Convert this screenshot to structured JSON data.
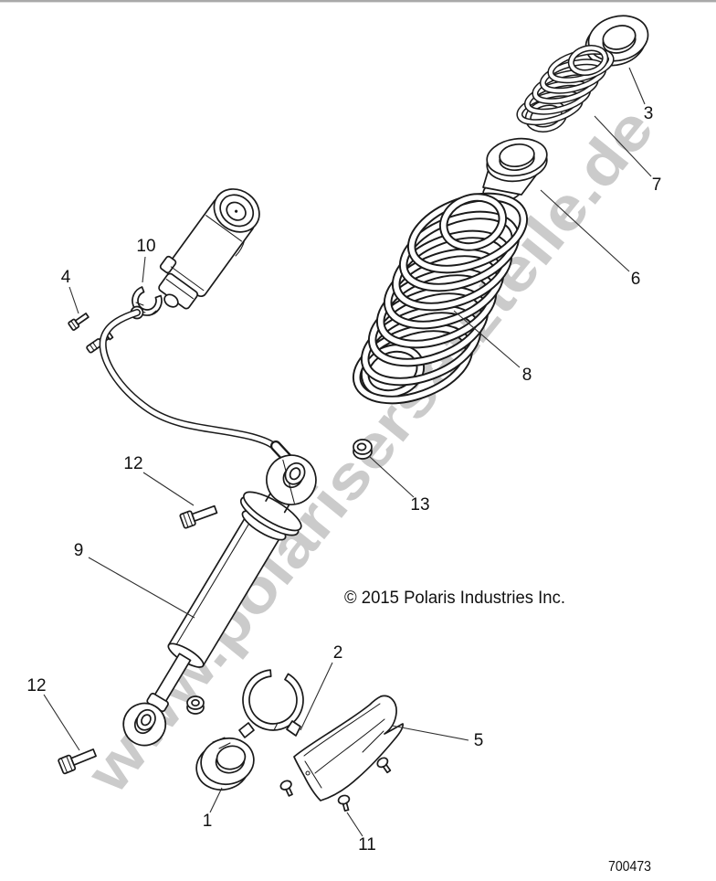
{
  "watermark": {
    "text": "www.polarisersatzteile.de",
    "color": "#cbcbcb"
  },
  "footer": {
    "copyright": "© 2015 Polaris Industries Inc.",
    "part_number": "700473"
  },
  "callouts": {
    "n1": "1",
    "n2": "2",
    "n3": "3",
    "n4": "4",
    "n5": "5",
    "n6": "6",
    "n7": "7",
    "n8": "8",
    "n9": "9",
    "n10": "10",
    "n11": "11",
    "n12": "12",
    "n13": "13"
  },
  "colors": {
    "line": "#1a1a1a",
    "leader": "#2e2e2e",
    "label": "#111111",
    "top_border": "#a9a9a9",
    "background": "#ffffff"
  }
}
